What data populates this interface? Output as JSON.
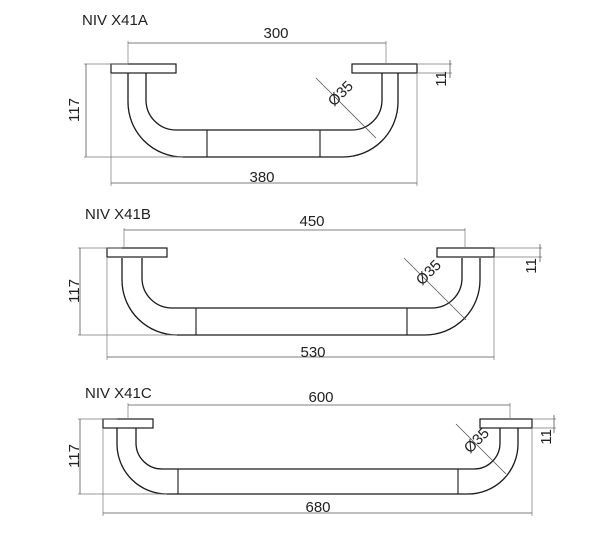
{
  "colors": {
    "line": "#1a1a1a",
    "dimension": "#555555",
    "background": "#ffffff"
  },
  "models": [
    {
      "id": "a",
      "title": "NIV X41A",
      "center_distance": "300",
      "overall_length": "380",
      "height": "117",
      "flange_thickness": "11",
      "diameter": "Ø35"
    },
    {
      "id": "b",
      "title": "NIV X41B",
      "center_distance": "450",
      "overall_length": "530",
      "height": "117",
      "flange_thickness": "11",
      "diameter": "Ø35"
    },
    {
      "id": "c",
      "title": "NIV X41C",
      "center_distance": "600",
      "overall_length": "680",
      "height": "117",
      "flange_thickness": "11",
      "diameter": "Ø35"
    }
  ]
}
